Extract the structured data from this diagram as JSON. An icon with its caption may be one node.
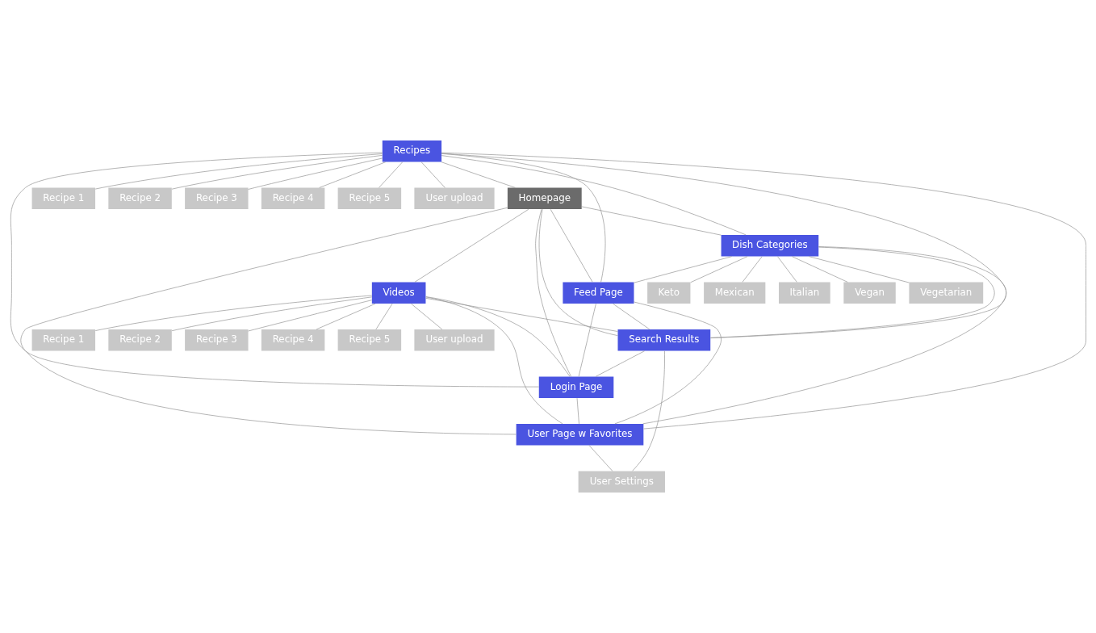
{
  "diagram": {
    "nodes": [
      {
        "text": [
          "Homepage"
        ]
      },
      {
        "text": [
          "Recipes"
        ]
      },
      {
        "text": [
          "Recipe 1"
        ]
      },
      {
        "text": [
          "Recipe 2"
        ]
      },
      {
        "text": [
          "Recipe 3"
        ]
      },
      {
        "text": [
          "Recipe 4"
        ]
      },
      {
        "text": [
          "Recipe 5"
        ]
      },
      {
        "text": [
          "User upload"
        ]
      },
      {
        "text": [
          "Videos"
        ]
      },
      {
        "text": [
          "Recipe 1"
        ]
      },
      {
        "text": [
          "Recipe 2"
        ]
      },
      {
        "text": [
          "Recipe 3"
        ]
      },
      {
        "text": [
          "Recipe 4"
        ]
      },
      {
        "text": [
          "Recipe 5"
        ]
      },
      {
        "text": [
          "User upload"
        ]
      },
      {
        "text": [
          "Dish Categories"
        ]
      },
      {
        "text": [
          "Keto"
        ]
      },
      {
        "text": [
          "Mexican"
        ]
      },
      {
        "text": [
          "Italian"
        ]
      },
      {
        "text": [
          "Vegan"
        ]
      },
      {
        "text": [
          "Vegetarian"
        ]
      },
      {
        "text": [
          "Feed Page"
        ]
      },
      {
        "text": [
          "Search Results"
        ]
      },
      {
        "text": [
          "Login Page"
        ]
      },
      {
        "text": [
          "User Page w Favorites"
        ]
      },
      {
        "text": [
          "User Settings"
        ]
      }
    ],
    "edges": [
      {
        "from": 1,
        "to": 2,
        "arrow": "none"
      },
      {
        "from": 1,
        "to": 3,
        "arrow": "none"
      },
      {
        "from": 1,
        "to": 4,
        "arrow": "none"
      },
      {
        "from": 1,
        "to": 5,
        "arrow": "none"
      },
      {
        "from": 1,
        "to": 6,
        "arrow": "none"
      },
      {
        "from": 1,
        "to": 7,
        "arrow": "none"
      },
      {
        "from": 8,
        "to": 9,
        "arrow": "none"
      },
      {
        "from": 8,
        "to": 10,
        "arrow": "none"
      },
      {
        "from": 8,
        "to": 11,
        "arrow": "none"
      },
      {
        "from": 8,
        "to": 12,
        "arrow": "none"
      },
      {
        "from": 8,
        "to": 13,
        "arrow": "none"
      },
      {
        "from": 8,
        "to": 14,
        "arrow": "none"
      },
      {
        "from": 15,
        "to": 16,
        "arrow": "none"
      },
      {
        "from": 15,
        "to": 17,
        "arrow": "none"
      },
      {
        "from": 15,
        "to": 18,
        "arrow": "none"
      },
      {
        "from": 15,
        "to": 19,
        "arrow": "none"
      },
      {
        "from": 15,
        "to": 20,
        "arrow": "none"
      },
      {
        "from": 1,
        "to": 0,
        "arrow": "none"
      },
      {
        "from": 0,
        "to": 15,
        "arrow": "none"
      },
      {
        "from": 0,
        "to": 8,
        "arrow": "none"
      },
      {
        "from": 0,
        "to": 22,
        "arrow": "none"
      },
      {
        "from": 0,
        "to": 23,
        "arrow": "none"
      },
      {
        "from": 0,
        "to": 24,
        "arrow": "none"
      },
      {
        "from": 0,
        "to": 21,
        "arrow": "none"
      },
      {
        "from": 1,
        "to": 15,
        "arrow": "none"
      },
      {
        "from": 1,
        "to": 22,
        "arrow": "none"
      },
      {
        "from": 1,
        "to": 23,
        "arrow": "none"
      },
      {
        "from": 1,
        "to": 24,
        "arrow": "none"
      },
      {
        "from": 1,
        "to": 21,
        "arrow": "none"
      },
      {
        "from": 8,
        "to": 22,
        "arrow": "none"
      },
      {
        "from": 8,
        "to": 23,
        "arrow": "none"
      },
      {
        "from": 8,
        "to": 24,
        "arrow": "none"
      },
      {
        "from": 15,
        "to": 22,
        "arrow": "none"
      },
      {
        "from": 15,
        "to": 24,
        "arrow": "none"
      },
      {
        "from": 15,
        "to": 21,
        "arrow": "none"
      },
      {
        "from": 21,
        "to": 22,
        "arrow": "none"
      },
      {
        "from": 21,
        "to": 23,
        "arrow": "none"
      },
      {
        "from": 21,
        "to": 24,
        "arrow": "none"
      },
      {
        "from": 22,
        "to": 23,
        "arrow": "none"
      },
      {
        "from": 23,
        "to": 24,
        "arrow": "none"
      },
      {
        "from": 24,
        "to": 25,
        "arrow": "none"
      },
      {
        "from": 22,
        "to": 25,
        "arrow": "none"
      }
    ]
  }
}
